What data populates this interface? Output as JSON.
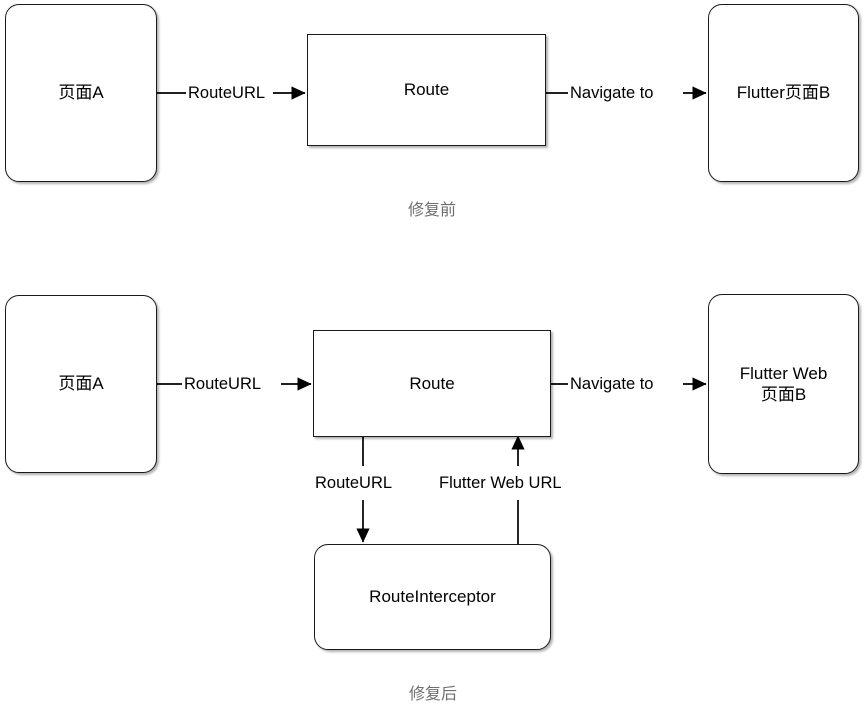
{
  "diagram": {
    "title_before": "修复前",
    "title_after": "修复后",
    "sections": [
      {
        "id": "before",
        "caption": "修复前",
        "nodes": [
          {
            "id": "page-a-top",
            "label": "页面A",
            "shape": "rounded"
          },
          {
            "id": "route-top",
            "label": "Route",
            "shape": "sharp"
          },
          {
            "id": "flutter-page-b-top",
            "label": "Flutter页面B",
            "shape": "rounded"
          }
        ],
        "edges": [
          {
            "id": "edge-routeurl-top",
            "label": "RouteURL",
            "from": "page-a-top",
            "to": "route-top",
            "direction": "right"
          },
          {
            "id": "edge-navigate-top",
            "label": "Navigate to",
            "from": "route-top",
            "to": "flutter-page-b-top",
            "direction": "right"
          }
        ]
      },
      {
        "id": "after",
        "caption": "修复后",
        "nodes": [
          {
            "id": "page-a-bottom",
            "label": "页面A",
            "shape": "rounded"
          },
          {
            "id": "route-bottom",
            "label": "Route",
            "shape": "sharp"
          },
          {
            "id": "flutter-web-page-b",
            "label_line1": "Flutter Web",
            "label_line2": "页面B",
            "shape": "rounded"
          },
          {
            "id": "route-interceptor",
            "label": "RouteInterceptor",
            "shape": "rounded"
          }
        ],
        "edges": [
          {
            "id": "edge-routeurl-bottom",
            "label": "RouteURL",
            "from": "page-a-bottom",
            "to": "route-bottom",
            "direction": "right"
          },
          {
            "id": "edge-navigate-bottom",
            "label": "Navigate to",
            "from": "route-bottom",
            "to": "flutter-web-page-b",
            "direction": "right"
          },
          {
            "id": "edge-routeurl-down",
            "label": "RouteURL",
            "from": "route-bottom",
            "to": "route-interceptor",
            "direction": "down"
          },
          {
            "id": "edge-flutter-web-url-up",
            "label": "Flutter Web URL",
            "from": "route-interceptor",
            "to": "route-bottom",
            "direction": "up"
          }
        ]
      }
    ],
    "colors": {
      "background": "#ffffff",
      "node_fill": "#ffffff",
      "stroke": "#1a1a1a",
      "text": "#000000",
      "caption_text": "#6e6e6e"
    }
  }
}
